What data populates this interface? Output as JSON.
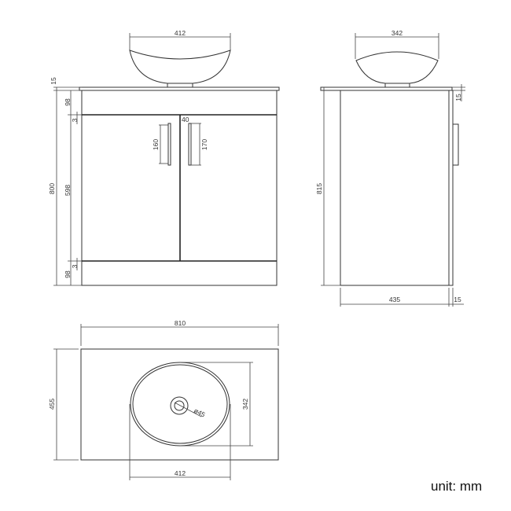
{
  "front_view": {
    "basin_width": "412",
    "worktop_thickness": "15",
    "top_rail_height": "98",
    "gap_top": "3",
    "door_height": "598",
    "gap_bottom": "3",
    "plinth_height": "98",
    "total_height": "800",
    "handle_left_length": "160",
    "handle_right_length": "170",
    "handle_offset": "40"
  },
  "side_view": {
    "basin_depth": "342",
    "total_height": "815",
    "worktop_thickness": "15",
    "body_depth": "435",
    "door_thickness": "15"
  },
  "plan_view": {
    "worktop_width": "810",
    "worktop_depth": "455",
    "basin_depth": "342",
    "basin_width": "412",
    "waste_diameter": "ø45"
  },
  "unit_label": "unit: mm"
}
